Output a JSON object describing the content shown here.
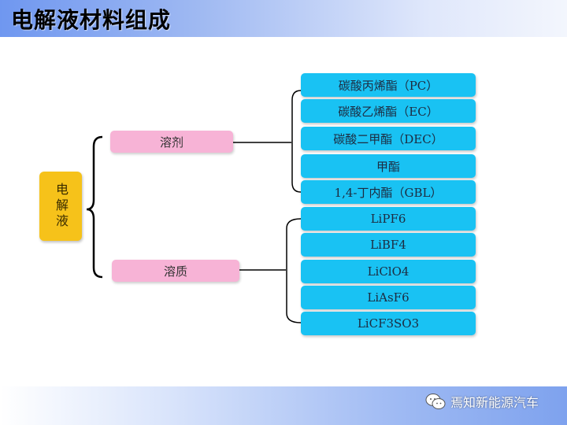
{
  "title": "电解液材料组成",
  "root": "电解液",
  "categories": [
    {
      "label": "溶剂",
      "items": [
        "碳酸丙烯酯（PC）",
        "碳酸乙烯酯（EC）",
        "碳酸二甲酯（DEC）",
        "甲酯",
        "1,4-丁内酯（GBL）"
      ]
    },
    {
      "label": "溶质",
      "items": [
        "LiPF6",
        "LiBF4",
        "LiClO4",
        "LiAsF6",
        "LiCF3SO3"
      ]
    }
  ],
  "footer": {
    "brand": "焉知新能源汽车",
    "logo": "wechat-icon"
  },
  "colors": {
    "root": "#f6c21a",
    "category": "#f7b3d6",
    "leaf": "#19c2f3"
  }
}
